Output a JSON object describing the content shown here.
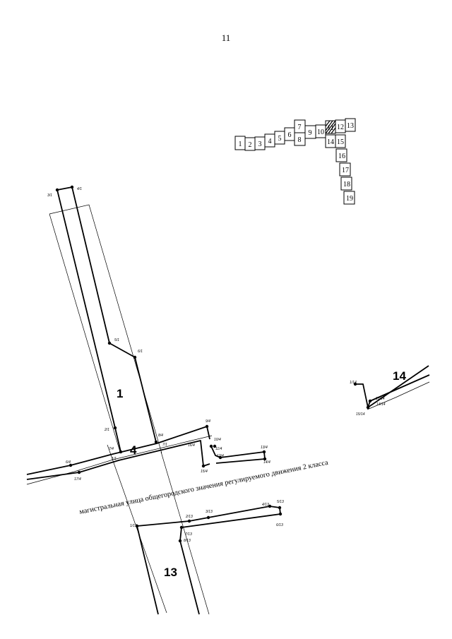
{
  "page_number": "11",
  "index_sheets": [
    "1",
    "2",
    "3",
    "4",
    "5",
    "6",
    "7",
    "8",
    "9",
    "10",
    "11",
    "12",
    "13",
    "14",
    "15",
    "16",
    "17",
    "18",
    "19"
  ],
  "highlighted_sheet": "11",
  "zones": [
    "1",
    "4",
    "13",
    "14"
  ],
  "street_label": "магистральная улица общегородского значения регулируемого движения 2 класса",
  "points": {
    "p1_3": "3/1",
    "p1_4": "4/1",
    "p1_5": "5/1",
    "p1_6": "6/1",
    "p1_2": "2/1",
    "p1_7": "7/1",
    "p1_1": "1/1",
    "p4_6": "6/4",
    "p4_7": "7/4",
    "p4_8": "8/4",
    "p4_9": "9/4",
    "p4_10": "10/4",
    "p4_11": "11/4",
    "p4_12": "12/4",
    "p4_13": "13/4",
    "p4_14": "14/4",
    "p4_15": "15/4",
    "p4_16": "16/4",
    "p4_17": "17/4",
    "p13_1": "1/13",
    "p13_2": "2/13",
    "p13_3": "3/13",
    "p13_4": "4/13",
    "p13_5": "5/13",
    "p13_6": "6/13",
    "p13_7": "7/13",
    "p13_8": "8/13",
    "p14_1": "1/14",
    "p14_13": "13/14",
    "p14_14": "14/14",
    "p14_15": "15/14"
  }
}
